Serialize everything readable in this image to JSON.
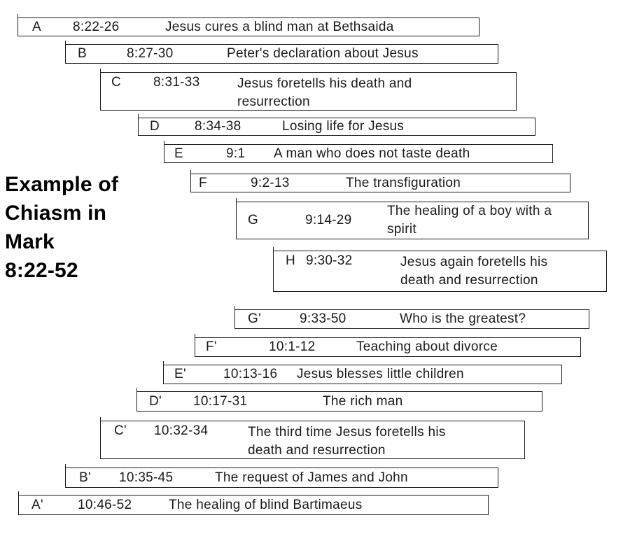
{
  "title": "Example of\nChiasm in\nMark\n8:22-52",
  "rows": [
    {
      "letter": "A",
      "ref": "8:22-26",
      "desc": "Jesus cures a blind man at Bethsaida"
    },
    {
      "letter": "B",
      "ref": "8:27-30",
      "desc": "Peter's declaration about Jesus"
    },
    {
      "letter": "C",
      "ref": "8:31-33",
      "desc": "Jesus foretells his death and\nresurrection"
    },
    {
      "letter": "D",
      "ref": "8:34-38",
      "desc": "Losing life for Jesus"
    },
    {
      "letter": "E",
      "ref": "9:1",
      "desc": "A man who does not taste death"
    },
    {
      "letter": "F",
      "ref": "9:2-13",
      "desc": "The transfiguration"
    },
    {
      "letter": "G",
      "ref": "9:14-29",
      "desc": "The healing of a boy with a\nspirit"
    },
    {
      "letter": "H",
      "ref": "9:30-32",
      "desc": "Jesus again foretells his\ndeath and resurrection"
    },
    {
      "letter": "G'",
      "ref": "9:33-50",
      "desc": "Who is the greatest?"
    },
    {
      "letter": "F'",
      "ref": "10:1-12",
      "desc": "Teaching about divorce"
    },
    {
      "letter": "E'",
      "ref": "10:13-16",
      "desc": "Jesus blesses little children"
    },
    {
      "letter": "D'",
      "ref": "10:17-31",
      "desc": "The rich man"
    },
    {
      "letter": "C'",
      "ref": "10:32-34",
      "desc": "The third time Jesus foretells his\ndeath and resurrection"
    },
    {
      "letter": "B'",
      "ref": "10:35-45",
      "desc": "The request of James and John"
    },
    {
      "letter": "A'",
      "ref": "10:46-52",
      "desc": "The healing of blind Bartimaeus"
    }
  ]
}
